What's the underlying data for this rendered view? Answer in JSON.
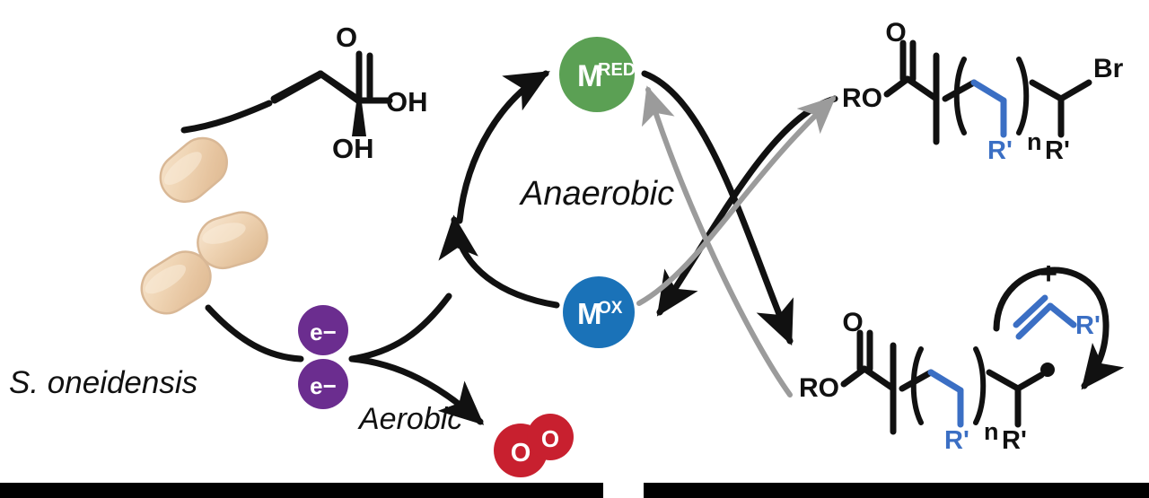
{
  "figure": {
    "title": "Shewanella oneidensis mediated ATRP redox cycle",
    "background_color": "#ffffff"
  },
  "colors": {
    "bacteria_fill": "#e9c9a6",
    "bacteria_fill_light": "#f3ddc3",
    "bacteria_stroke": "#d9b896",
    "electron_purple": "#6b2d8f",
    "mediator_reduced_green": "#5ba054",
    "mediator_oxidized_blue": "#1a72b8",
    "oxygen_red": "#c8202f",
    "monomer_blue": "#3b6fc4",
    "arrow_black": "#111111",
    "arrow_gray": "#9b9b9b",
    "bar_black": "#000000"
  },
  "organism": {
    "label": "S. oneidensis",
    "bacteria_count": 3
  },
  "metabolite": {
    "name": "lactic-acid",
    "atoms": {
      "carbonyl_oxygen": "O",
      "hydroxyl_acid": "OH",
      "hydroxyl_alpha": "OH"
    }
  },
  "electrons": [
    {
      "label": "e−"
    },
    {
      "label": "e−"
    }
  ],
  "mediators": {
    "reduced": {
      "symbol": "M",
      "superscript": "RED"
    },
    "oxidized": {
      "symbol": "M",
      "superscript": "OX"
    }
  },
  "pathways": {
    "anaerobic_label": "Anaerobic",
    "aerobic_label": "Aerobic"
  },
  "oxygen": {
    "label_left": "O",
    "label_right": "O"
  },
  "dormant_species": {
    "name": "alkyl-bromide-macroinitiator",
    "left_group": "RO",
    "carbonyl_oxygen": "O",
    "repeat_subscript": "n",
    "blue_substituent": "R'",
    "black_substituent": "R'",
    "terminal_group": "Br"
  },
  "active_species": {
    "name": "propagating-radical",
    "left_group": "RO",
    "carbonyl_oxygen": "O",
    "repeat_subscript": "n",
    "blue_substituent": "R'",
    "black_substituent": "R'",
    "terminal_group": "•"
  },
  "monomer": {
    "plus_sign": "+",
    "substituent": "R'"
  },
  "footer_bars": {
    "left_bar": "",
    "right_bar": ""
  }
}
